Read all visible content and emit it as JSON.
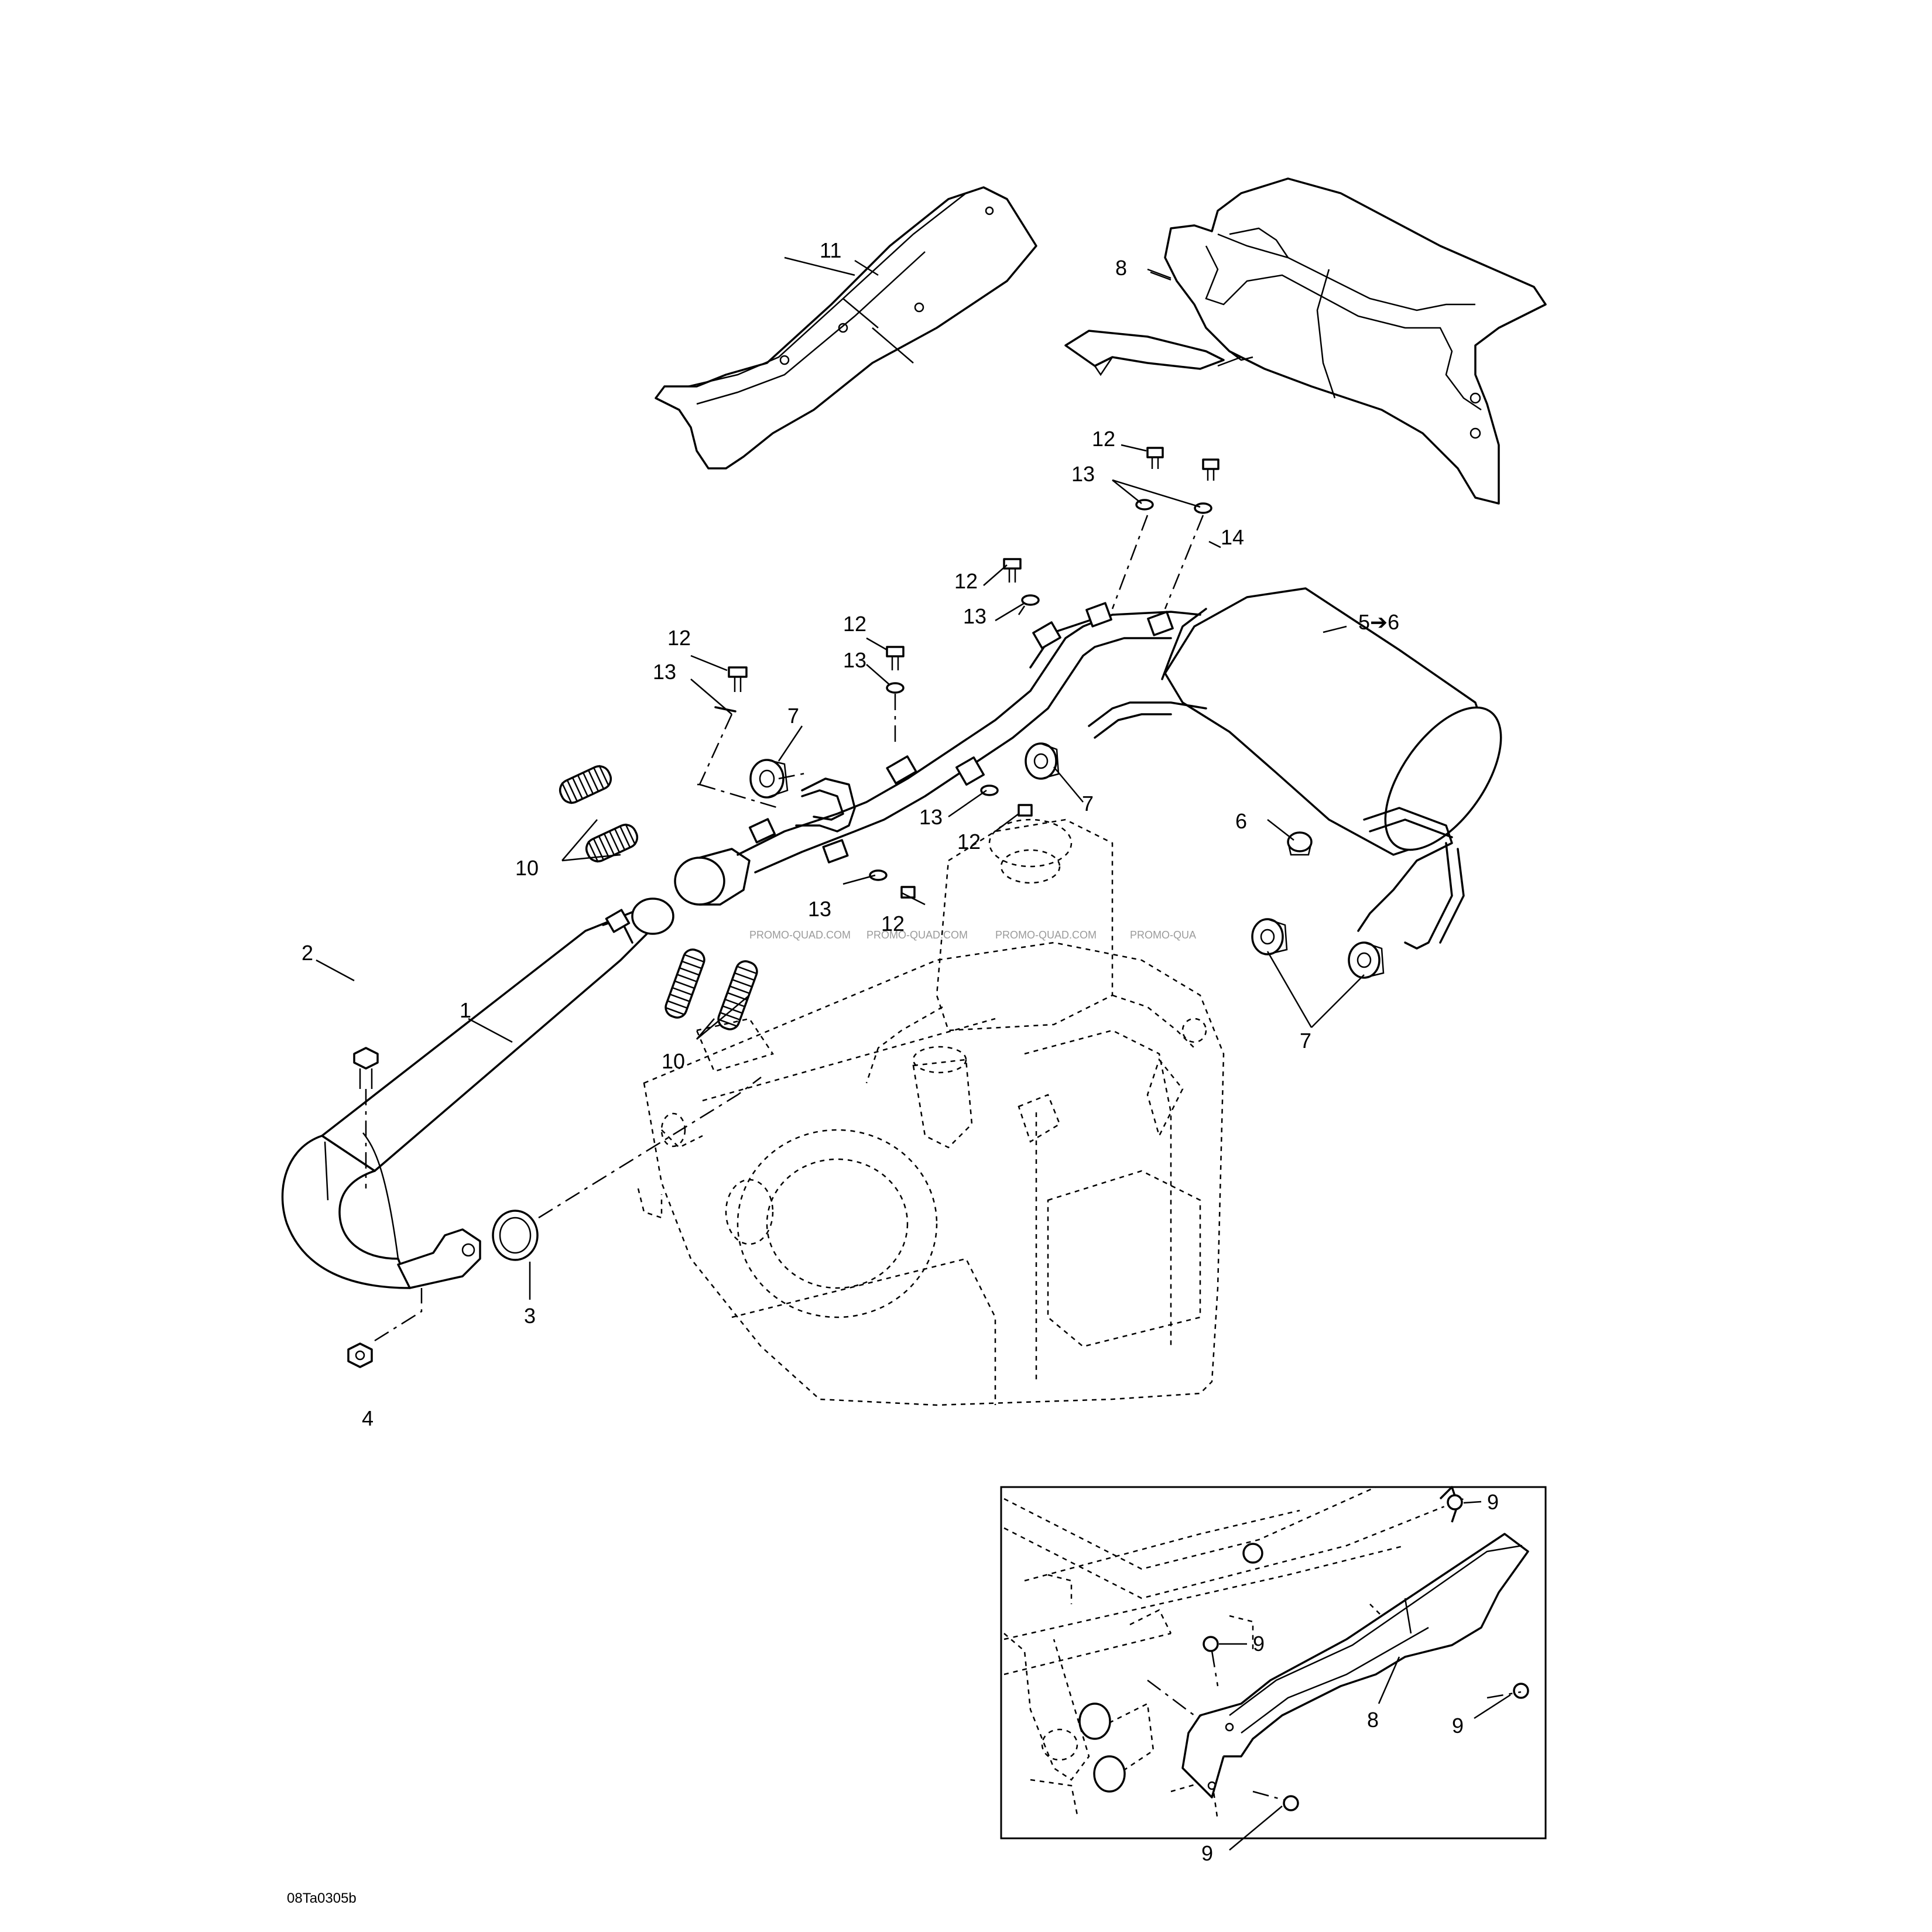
{
  "diagram": {
    "drawing_code": "08Ta0305b",
    "watermarks": [
      "PROMO-QUAD.COM",
      "PROMO-QUAD.COM",
      "PROMO-QUAD.COM",
      "PROMO-QUA"
    ],
    "callouts": {
      "c1": "1",
      "c2": "2",
      "c3": "3",
      "c4": "4",
      "c5_6": "5➔6",
      "c6": "6",
      "c7a": "7",
      "c7b": "7",
      "c7c": "7",
      "c8": "8",
      "c8_inset": "8",
      "c9a": "9",
      "c9b": "9",
      "c9c": "9",
      "c9d": "9",
      "c10a": "10",
      "c10b": "10",
      "c11": "11",
      "c12a": "12",
      "c12b": "12",
      "c12c": "12",
      "c12d": "12",
      "c12e": "12",
      "c12f": "12",
      "c13a": "13",
      "c13b": "13",
      "c13c": "13",
      "c13d": "13",
      "c13e": "13",
      "c14": "14"
    }
  }
}
